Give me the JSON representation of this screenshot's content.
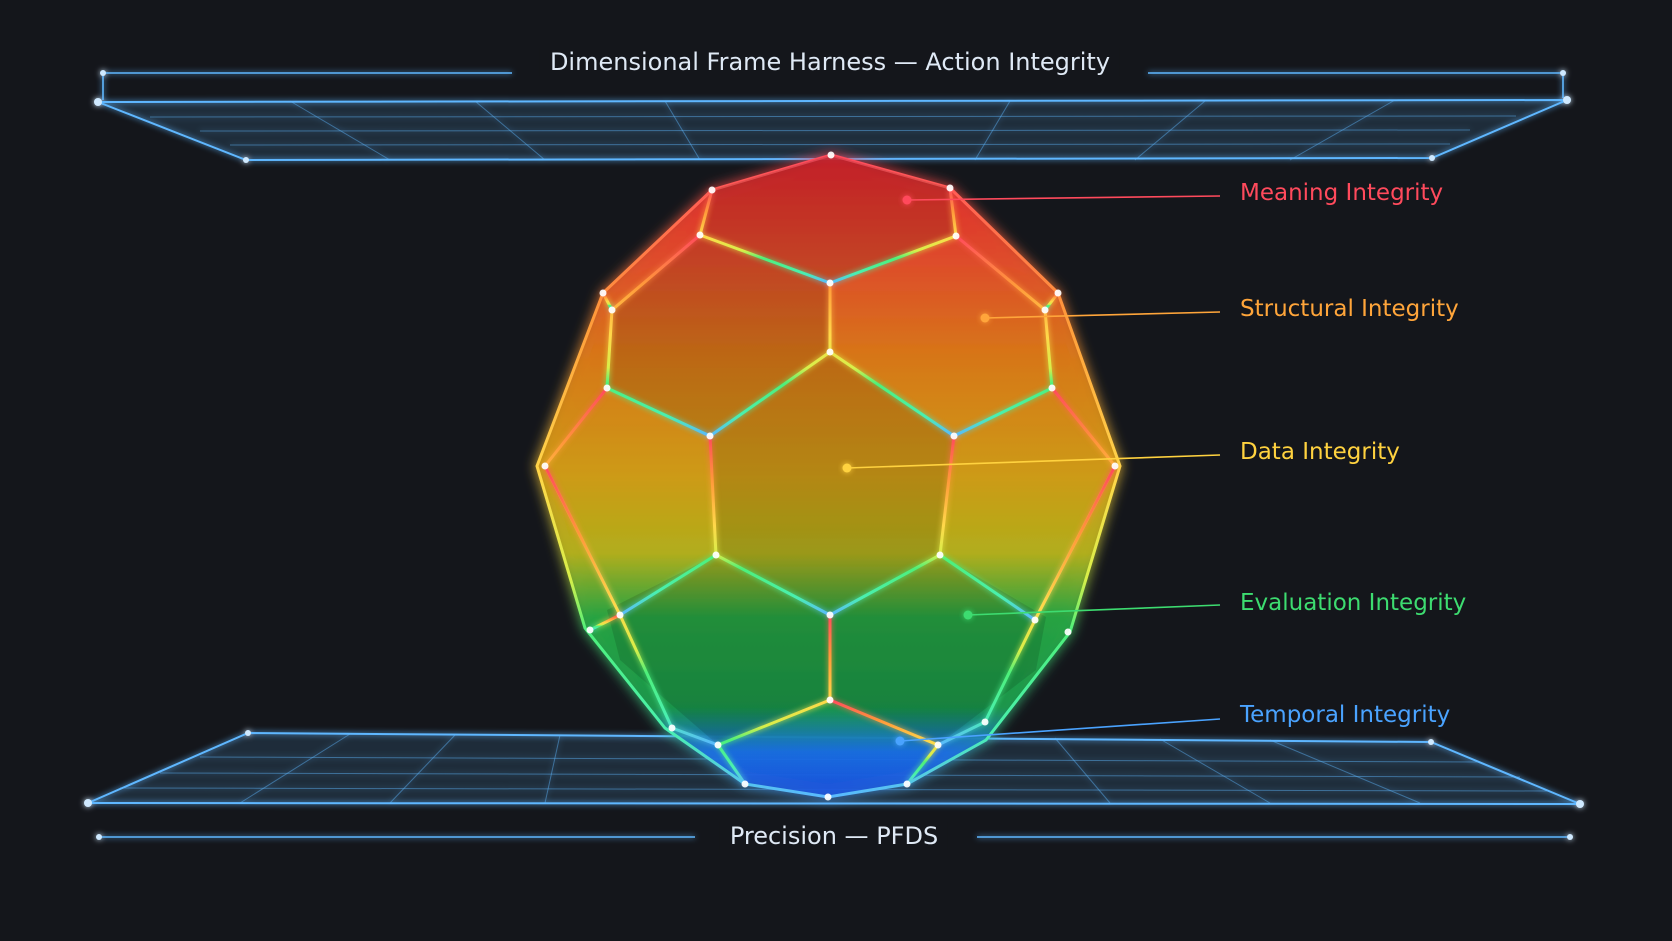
{
  "frame_title": {
    "left": "Dimensional Frame Harness",
    "dash": "—",
    "right": "Action Integrity"
  },
  "base_title": {
    "left": "Precision",
    "dash": "—",
    "right": "PFDS"
  },
  "layers": [
    {
      "label": "Meaning Integrity",
      "color": "#ff4a5c"
    },
    {
      "label": "Structural Integrity",
      "color": "#ffa53a"
    },
    {
      "label": "Data Integrity",
      "color": "#ffd23f"
    },
    {
      "label": "Evaluation Integrity",
      "color": "#3ddc70"
    },
    {
      "label": "Temporal Integrity",
      "color": "#4aa3ff"
    }
  ],
  "colors": {
    "background": "#14161b",
    "grid": "#5fb7ff",
    "meaning": "#ff4a5c",
    "structural": "#ffa53a",
    "data": "#ffd23f",
    "evaluation": "#3ddc70",
    "temporal": "#4aa3ff"
  }
}
